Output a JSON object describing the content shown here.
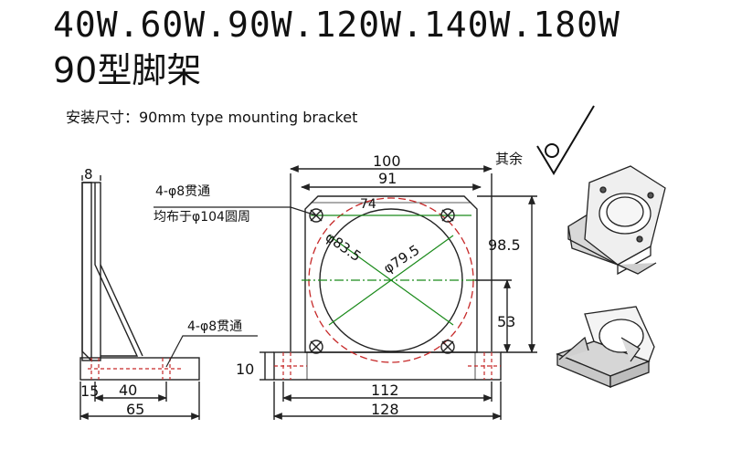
{
  "header": {
    "title_line1": "40W.60W.90W.120W.140W.180W",
    "title_line2": "90型脚架",
    "subtitle": "安装尺寸：90mm type mounting bracket"
  },
  "surface_finish": {
    "label": "其余"
  },
  "side_view": {
    "dim_thickness": "8",
    "dim_15": "15",
    "dim_40": "40",
    "dim_65": "65",
    "hole_note": "4-φ8贯通"
  },
  "front_view": {
    "dim_100": "100",
    "dim_91": "91",
    "dim_74": "74",
    "dim_98_5": "98.5",
    "dim_53": "53",
    "dim_10": "10",
    "dim_112": "112",
    "dim_128": "128",
    "dim_phi83_5": "φ83.5",
    "dim_phi79_5": "φ79.5",
    "hole_note_line1": "4-φ8贯通",
    "hole_note_line2": "均布于φ104圆周"
  },
  "colors": {
    "ink": "#111111",
    "center_line": "#1a8a1a",
    "pcd_circle": "#c62828",
    "dim_line": "#222222"
  },
  "icons": {
    "surface_finish": "check-triangle-icon",
    "iso_view_top": "bracket-isometric-top-icon",
    "iso_view_bottom": "bracket-isometric-bottom-icon"
  }
}
